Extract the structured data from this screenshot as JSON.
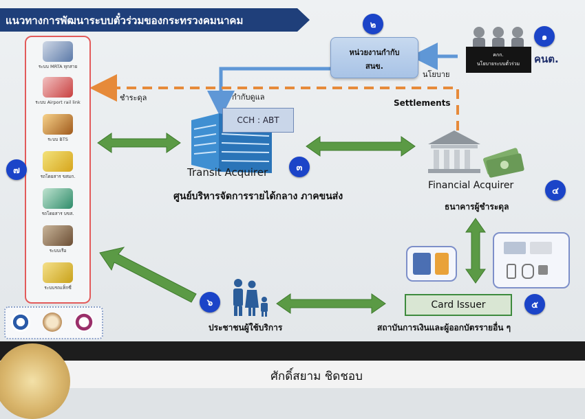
{
  "title": "แนวทางการพัฒนาระบบตั๋วร่วมของกระทรวงคมนาคม",
  "colors": {
    "title_bg": "#1f3f7a",
    "badge": "#1b44c8",
    "green_arrow": "#5b9a45",
    "orange_dash": "#e68a3a",
    "blue_arrow": "#5f97d6",
    "mode_border": "#e25a5a"
  },
  "nodes": {
    "committee": {
      "number": "๑",
      "label": "คนต.",
      "sign_line1": "คกก.",
      "sign_line2": "นโยบายระบบตั๋วร่วม"
    },
    "regulator": {
      "number": "๒",
      "line1": "หน่วยงานกำกับ",
      "line2": "สนข."
    },
    "transit_acquirer": {
      "number": "๓",
      "label": "Transit Acquirer",
      "system": "CCH : ABT",
      "thai": "ศูนย์บริหารจัดการรายได้กลาง ภาคขนส่ง"
    },
    "financial_acquirer": {
      "number": "๔",
      "label": "Financial Acquirer",
      "thai": "ธนาคารผู้ชำระดุล"
    },
    "card_issuer": {
      "number": "๕",
      "label": "Card Issuer",
      "thai": "สถาบันการเงินและผู้ออกบัตรรายอื่น ๆ"
    },
    "public": {
      "number": "๖",
      "thai": "ประชาชนผู้ใช้บริการ"
    },
    "transport_modes": {
      "number": "๗",
      "items": [
        {
          "caption": "ระบบ MRTA ทุกสาย",
          "icon": "metro-train-icon"
        },
        {
          "caption": "ระบบ Airport rail link",
          "icon": "airport-rail-icon"
        },
        {
          "caption": "ระบบ BTS",
          "icon": "bts-train-icon"
        },
        {
          "caption": "รถโดยสาร ขสมก.",
          "icon": "bus-icon"
        },
        {
          "caption": "รถโดยสาร บขส.",
          "icon": "coach-bus-icon"
        },
        {
          "caption": "ระบบเรือ",
          "icon": "boat-icon"
        },
        {
          "caption": "ระบบรถแท็กซี่",
          "icon": "taxi-icon"
        }
      ]
    }
  },
  "edges": {
    "policy": "นโยบาย",
    "supervise": "กำกับดูแล",
    "settlements": "Settlements",
    "settle": "ชำระดุล"
  },
  "footer": {
    "name": "ศักดิ์สยาม ชิดชอบ"
  }
}
